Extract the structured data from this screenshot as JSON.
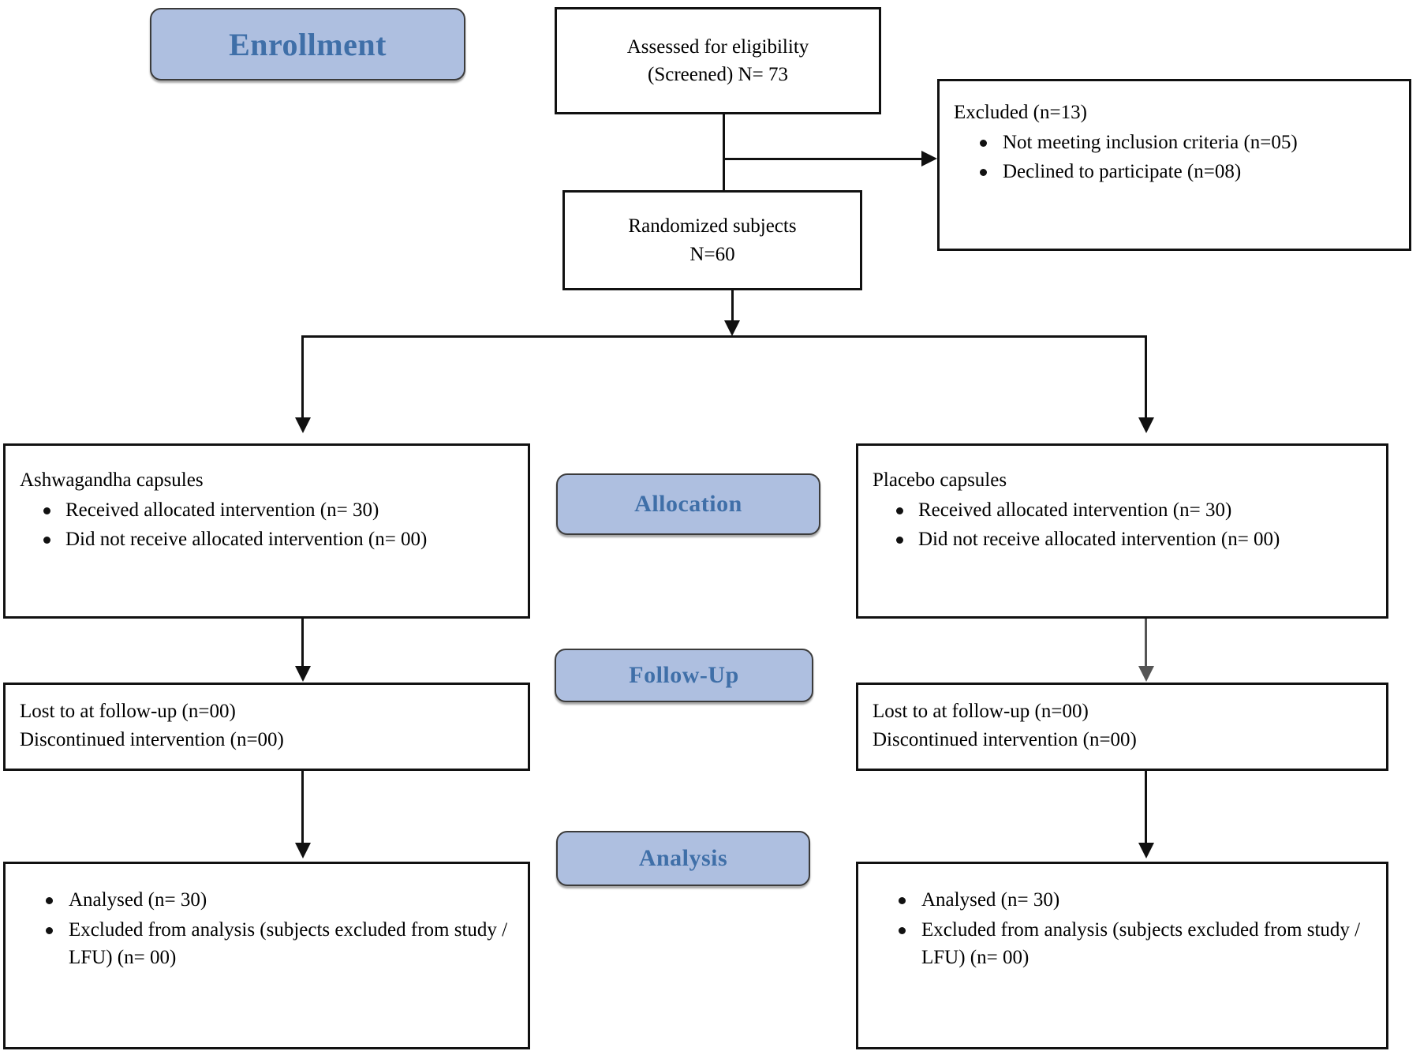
{
  "diagram": {
    "type": "consort-flow-diagram",
    "stages": [
      {
        "id": "enrollment",
        "label": "Enrollment"
      },
      {
        "id": "allocation",
        "label": "Allocation"
      },
      {
        "id": "followup",
        "label": "Follow-Up"
      },
      {
        "id": "analysis",
        "label": "Analysis"
      }
    ],
    "accent_color": "#aebfe0",
    "accent_text_color": "#3f6fa8",
    "line_color": "#111111",
    "nodes": {
      "screened": {
        "line1": "Assessed for eligibility",
        "line2": "(Screened) N= 73"
      },
      "excluded": {
        "heading": "Excluded (n=13)",
        "bullets": [
          "Not meeting inclusion criteria (n=05)",
          "Declined to participate (n=08)"
        ]
      },
      "randomized": {
        "line1": "Randomized subjects",
        "line2": "N=60"
      },
      "allocation_left": {
        "heading": "Ashwagandha capsules",
        "bullets": [
          "Received allocated intervention (n= 30)",
          "Did not receive allocated intervention (n= 00)"
        ]
      },
      "allocation_right": {
        "heading": "Placebo capsules",
        "bullets": [
          "Received allocated intervention (n= 30)",
          "Did not receive allocated intervention (n= 00)"
        ]
      },
      "followup_left": {
        "line1": "Lost to at follow-up (n=00)",
        "line2": "Discontinued intervention (n=00)"
      },
      "followup_right": {
        "line1": "Lost to at follow-up (n=00)",
        "line2": "Discontinued intervention (n=00)"
      },
      "analysis_left": {
        "bullets": [
          "Analysed (n= 30)",
          "Excluded from analysis (subjects excluded from study / LFU) (n= 00)"
        ]
      },
      "analysis_right": {
        "bullets": [
          "Analysed (n= 30)",
          "Excluded from analysis (subjects excluded from study / LFU) (n= 00)"
        ]
      }
    }
  }
}
